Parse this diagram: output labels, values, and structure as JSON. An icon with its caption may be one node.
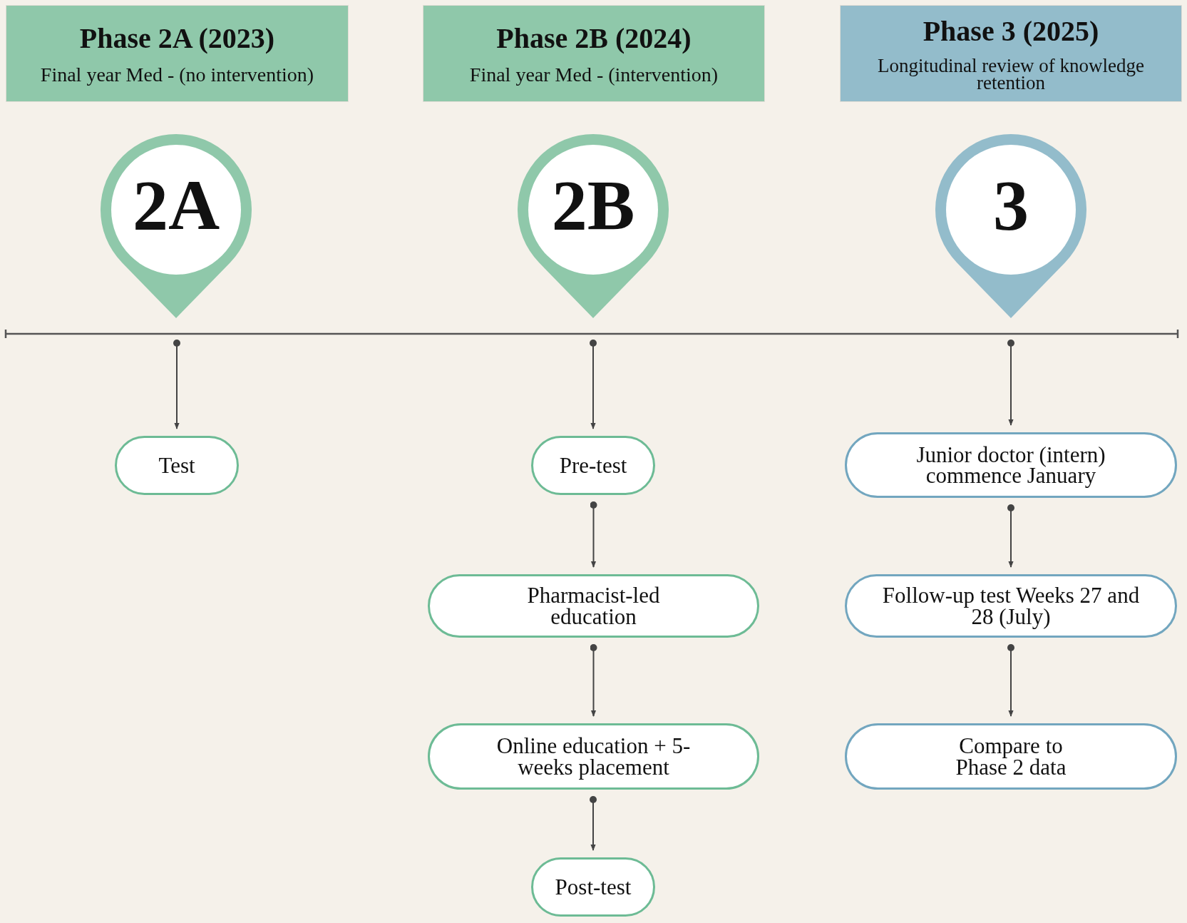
{
  "diagram": {
    "nodes": [
      {
        "text": [
          "Phase 2A (2023)",
          "Final year Med - (no intervention)"
        ]
      },
      {
        "text": [
          "Phase 2B (2024)",
          "Final year Med - (intervention)"
        ]
      },
      {
        "text": [
          "Phase 3 (2025)",
          "Longitudinal review of knowledge retention"
        ]
      },
      {
        "text": [
          "2A"
        ]
      },
      {
        "text": [
          "2B"
        ]
      },
      {
        "text": [
          "3"
        ]
      },
      {
        "text": [
          "Test"
        ]
      },
      {
        "text": [
          "Pre-test"
        ]
      },
      {
        "text": [
          "Pharmacist-led education"
        ]
      },
      {
        "text": [
          "Online education + 5-weeks placement"
        ]
      },
      {
        "text": [
          "Post-test"
        ]
      },
      {
        "text": [
          "Junior doctor (intern) commence January"
        ]
      },
      {
        "text": [
          "Follow-up test Weeks 27 and 28 (July)"
        ]
      },
      {
        "text": [
          "Compare to Phase 2 data"
        ]
      }
    ],
    "edges": [
      {
        "from": 3,
        "to": 6,
        "arrow": "to"
      },
      {
        "from": 4,
        "to": 7,
        "arrow": "to"
      },
      {
        "from": 5,
        "to": 11,
        "arrow": "to"
      },
      {
        "from": 7,
        "to": 8,
        "arrow": "to"
      },
      {
        "from": 8,
        "to": 9,
        "arrow": "to"
      },
      {
        "from": 9,
        "to": 10,
        "arrow": "to"
      },
      {
        "from": 11,
        "to": 12,
        "arrow": "to"
      },
      {
        "from": 12,
        "to": 13,
        "arrow": "to"
      }
    ]
  }
}
